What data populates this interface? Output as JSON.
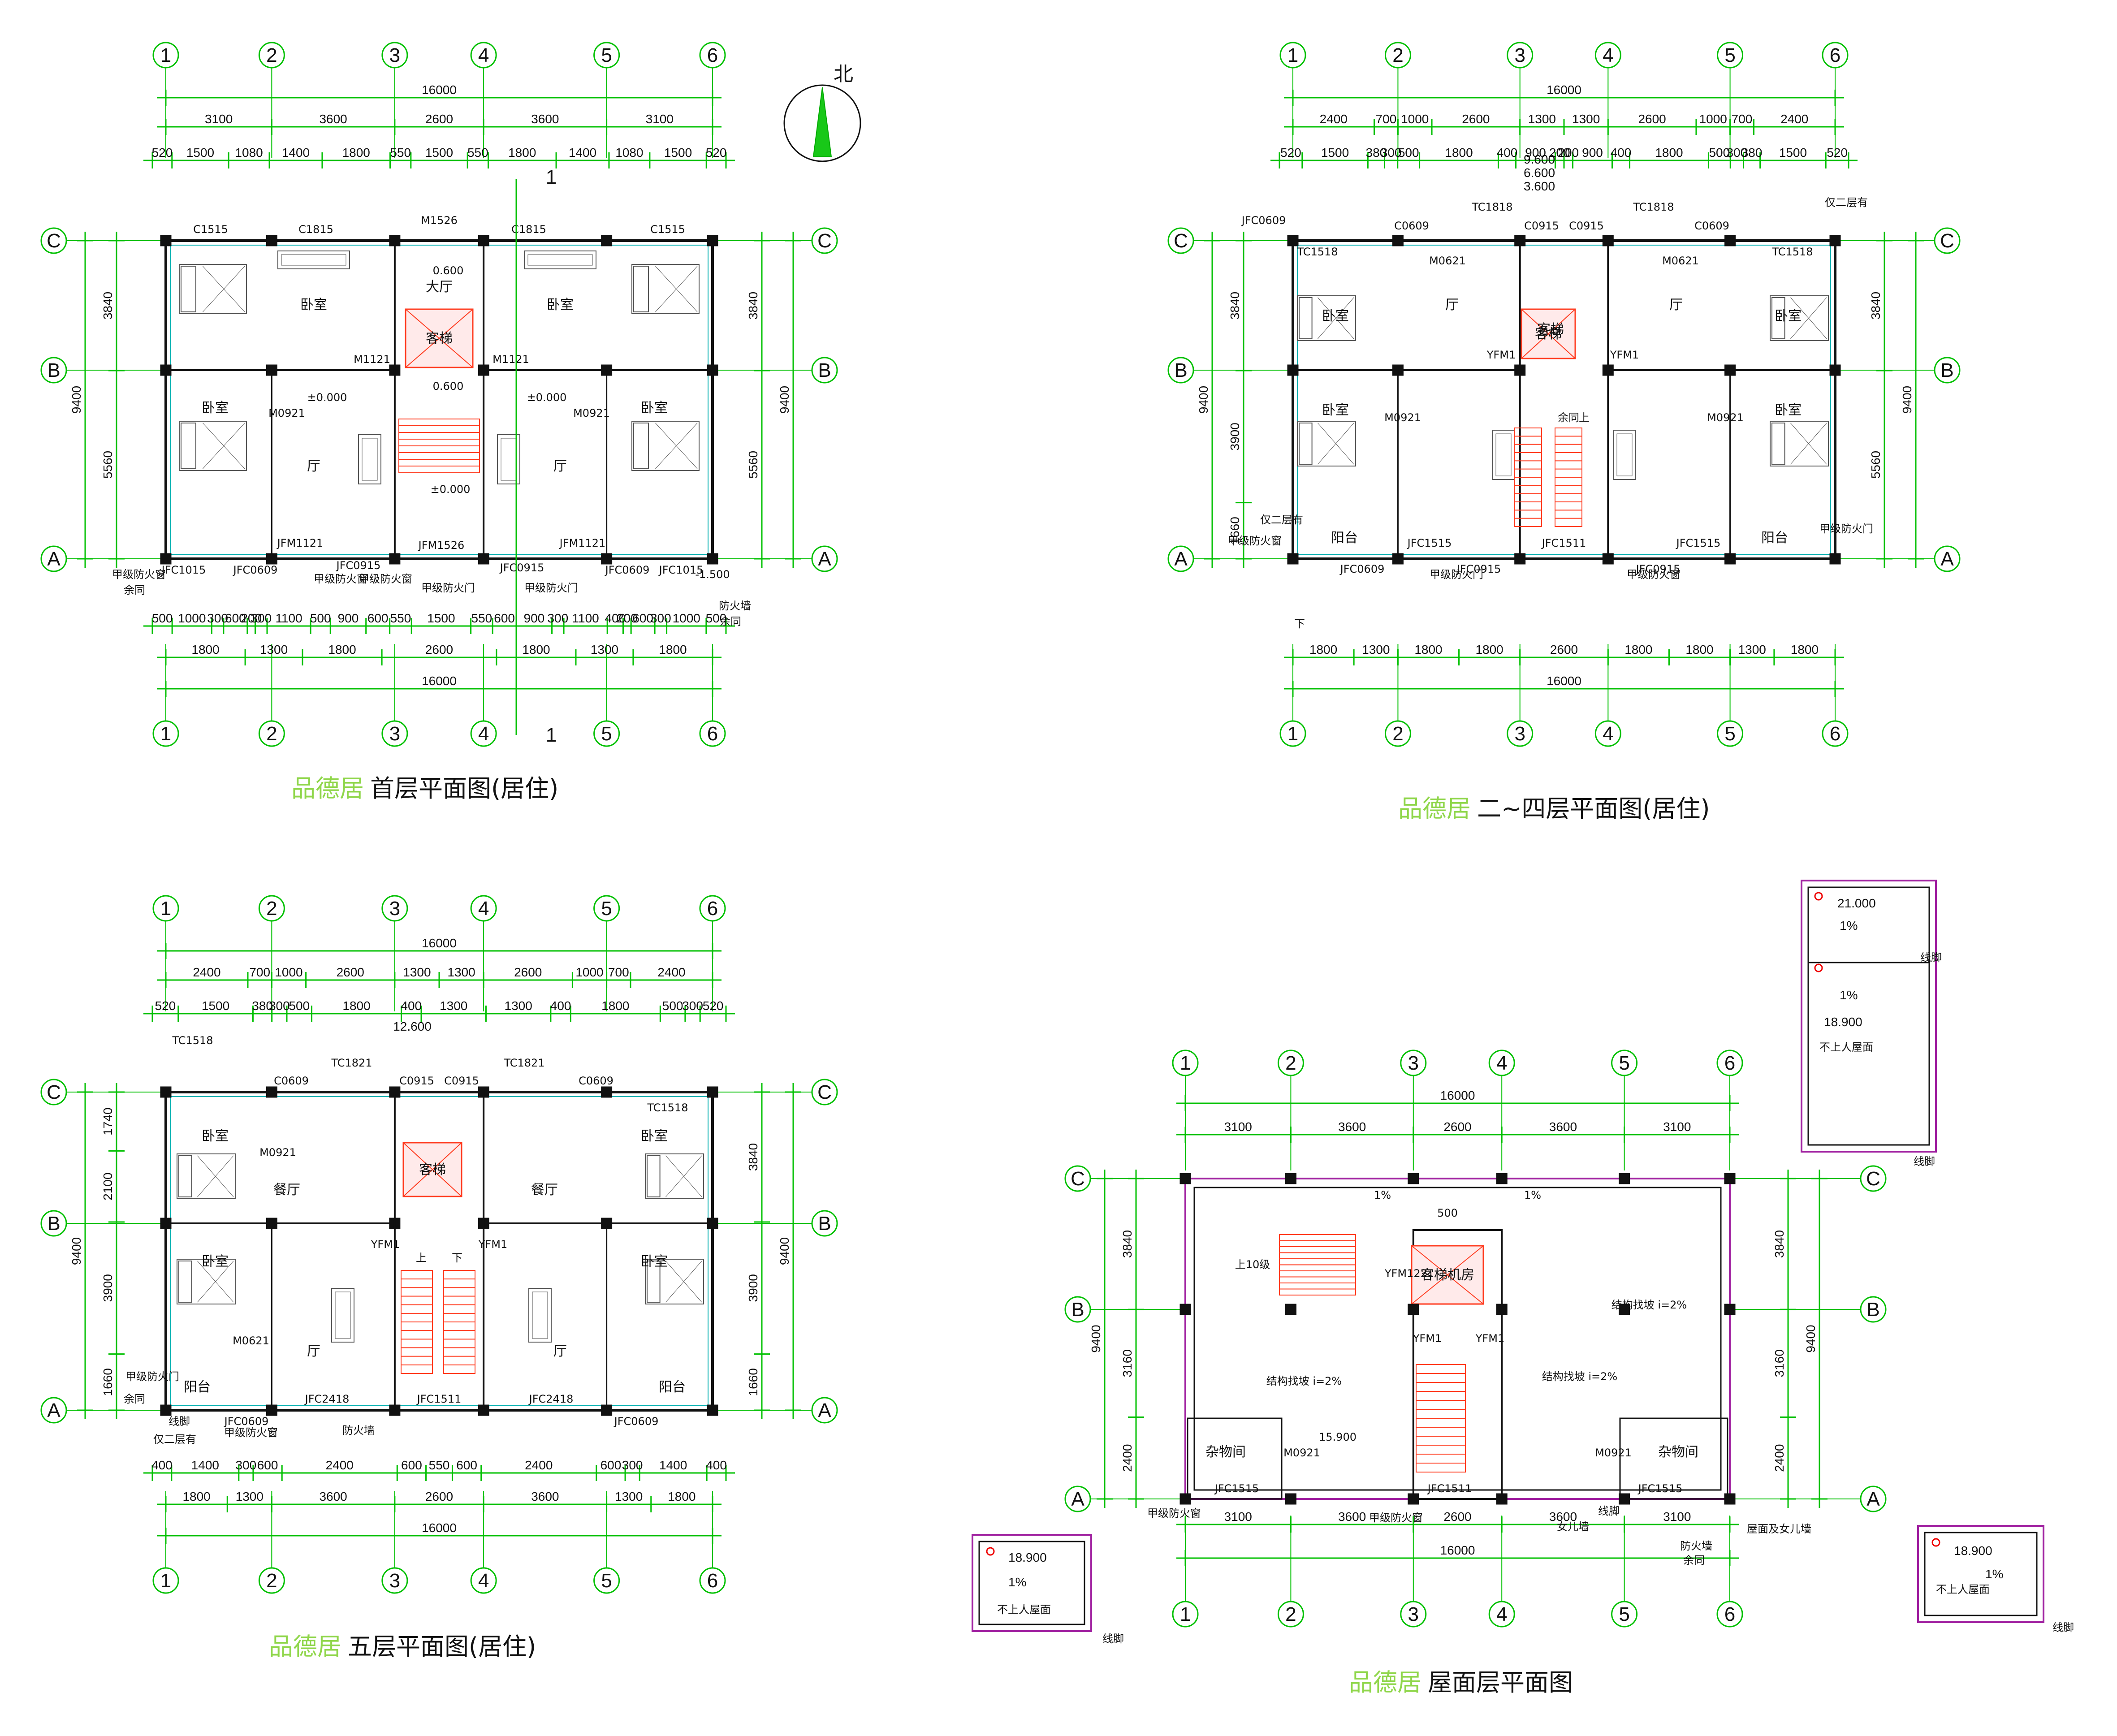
{
  "brand": "品德居",
  "plans": [
    {
      "id": "ground",
      "title": "首层平面图(居住)",
      "axes_x": [
        "1",
        "2",
        "3",
        "4",
        "5",
        "6"
      ],
      "axes_y": [
        "A",
        "B",
        "C"
      ],
      "total_width": "16000",
      "top_dims_1": [
        "3100",
        "3600",
        "2600",
        "3600",
        "3100"
      ],
      "top_dims_2": [
        "520",
        "1500",
        "1080",
        "1400",
        "1800",
        "550",
        "1500",
        "550",
        "1800",
        "1400",
        "1080",
        "1500",
        "520"
      ],
      "bottom_dims_1": [
        "1800",
        "1300",
        "1800",
        "2600",
        "1800",
        "1300",
        "1800"
      ],
      "bottom_dims_2": [
        "500",
        "1000",
        "300",
        "600",
        "200",
        "300",
        "1100",
        "500",
        "900",
        "600",
        "550",
        "1500",
        "550",
        "600",
        "900",
        "300",
        "1100",
        "400",
        "200",
        "600",
        "300",
        "1000",
        "500"
      ],
      "left_dims": [
        "3840",
        "5560"
      ],
      "left_total": "9400",
      "rooms": [
        "卧室",
        "卧室",
        "厅",
        "客梯",
        "大厅",
        "卧室",
        "卧室",
        "厅"
      ],
      "labels": [
        "C1515",
        "C1815",
        "M1526",
        "C1815",
        "C1515",
        "M1121",
        "M1121",
        "M0921",
        "M0921",
        "JFM1121",
        "JFM1526",
        "JFM1121",
        "JFC1015",
        "JFC0609",
        "JFC0915",
        "JFC0915",
        "JFC0609",
        "JFC1015",
        "±0.000",
        "±0.000",
        "±0.000",
        "0.600",
        "0.600",
        "-1.500",
        "甲级防火窗",
        "甲级防火窗",
        "甲级防火门",
        "甲级防火窗",
        "甲级防火门",
        "防火墙",
        "余同",
        "余同"
      ]
    },
    {
      "id": "typical",
      "title": "二~四层平面图(居住)",
      "axes_x": [
        "1",
        "2",
        "3",
        "4",
        "5",
        "6"
      ],
      "axes_y": [
        "A",
        "B",
        "C"
      ],
      "total_width": "16000",
      "top_dims_1": [
        "2400",
        "700",
        "1000",
        "2600",
        "1300",
        "1300",
        "2600",
        "1000",
        "700",
        "2400"
      ],
      "top_dims_2": [
        "520",
        "1500",
        "380",
        "300",
        "500",
        "1800",
        "400",
        "900",
        "200",
        "200",
        "900",
        "400",
        "1800",
        "500",
        "300",
        "380",
        "1500",
        "520"
      ],
      "elevations": [
        "9.600",
        "6.600",
        "3.600"
      ],
      "bottom_dims_1": [
        "1800",
        "1300",
        "1800",
        "1800",
        "2600",
        "1800",
        "1800",
        "1300",
        "1800"
      ],
      "left_dims": [
        "3840",
        "3900",
        "1660"
      ],
      "left_total": "9400",
      "left_dims_b": [
        "3840",
        "5560"
      ],
      "rooms": [
        "厅",
        "卧室",
        "卧室",
        "客梯",
        "卧室",
        "卧室",
        "厅",
        "阳台",
        "阳台"
      ],
      "labels": [
        "TC1818",
        "TC1818",
        "C0609",
        "C0915",
        "C0915",
        "C0609",
        "TC1518",
        "TC1518",
        "M0621",
        "M0621",
        "M0921",
        "M0921",
        "YFM1",
        "YFM1",
        "JFC1515",
        "JFC1511",
        "JFC1515",
        "JFC0609",
        "JFC0915",
        "JFC0915",
        "JFC0609",
        "仅二层有",
        "仅二层有",
        "甲级防火门",
        "甲级防火门",
        "甲级防火窗",
        "甲级防火窗",
        "余同",
        "上",
        "下"
      ]
    },
    {
      "id": "fifth",
      "title": "五层平面图(居住)",
      "axes_x": [
        "1",
        "2",
        "3",
        "4",
        "5",
        "6"
      ],
      "axes_y": [
        "A",
        "B",
        "C"
      ],
      "total_width": "16000",
      "top_dims_1": [
        "2400",
        "700",
        "1000",
        "2600",
        "1300",
        "1300",
        "2600",
        "1000",
        "700",
        "2400"
      ],
      "top_dims_2": [
        "520",
        "1500",
        "380",
        "300",
        "500",
        "1800",
        "400",
        "1300",
        "1300",
        "400",
        "1800",
        "500",
        "300",
        "520"
      ],
      "elevation": "12.600",
      "bottom_dims_1": [
        "1800",
        "1300",
        "3600",
        "2600",
        "3600",
        "1300",
        "1800"
      ],
      "bottom_dims_2": [
        "400",
        "1400",
        "300",
        "600",
        "2400",
        "600",
        "550",
        "600",
        "2400",
        "600",
        "300",
        "1400",
        "400"
      ],
      "left_dims": [
        "1740",
        "2100",
        "3900",
        "1660"
      ],
      "left_total": "9400",
      "right_dims": [
        "3840",
        "3900",
        "1660"
      ],
      "rooms": [
        "卧室",
        "卧室",
        "餐厅",
        "餐厅",
        "客梯",
        "厅",
        "厅",
        "卧室",
        "卧室",
        "阳台",
        "阳台"
      ],
      "labels": [
        "TC1518",
        "TC1821",
        "TC1821",
        "TC1518",
        "C0609",
        "C0915",
        "C0915",
        "C0609",
        "M0621",
        "M0921",
        "JFC2418",
        "JFC1511",
        "JFC2418",
        "JFC0609",
        "JFC0609",
        "YFM1",
        "YFM1",
        "线脚",
        "仅二层有",
        "甲级防火门",
        "甲级防火窗",
        "防火墙",
        "余同",
        "上",
        "下"
      ]
    },
    {
      "id": "roof",
      "title": "屋面层平面图",
      "axes_x": [
        "1",
        "2",
        "3",
        "4",
        "5",
        "6"
      ],
      "axes_y": [
        "A",
        "B",
        "C"
      ],
      "total_width": "16000",
      "top_dims_1": [
        "3100",
        "3600",
        "2600",
        "3600",
        "3100"
      ],
      "bottom_dims_1": [
        "3100",
        "3600",
        "2600",
        "3600",
        "3100"
      ],
      "left_dims": [
        "3840",
        "3160",
        "2400"
      ],
      "left_total": "9400",
      "rooms": [
        "杂物间",
        "杂物间",
        "客梯机房"
      ],
      "labels": [
        "1%",
        "1%",
        "500",
        "上10级",
        "YFM1221",
        "YFM1",
        "YFM1",
        "结构找坡 i=2%",
        "结构找坡 i=2%",
        "结构找坡 i=2%",
        "M0921",
        "M0921",
        "15.900",
        "JFC1515",
        "JFC1511",
        "JFC1515",
        "甲级防火窗",
        "甲级防火窗",
        "女儿墙",
        "屋面及女儿墙",
        "防火墙",
        "余同",
        "线脚"
      ],
      "detail_top": {
        "elev_1": "21.000",
        "slope_1": "1%",
        "slope_2": "1%",
        "elev_2": "18.900",
        "note": "不上人屋面",
        "trim": "线脚"
      },
      "detail_left": {
        "elev": "18.900",
        "slope": "1%",
        "note": "不上人屋面",
        "trim": "线脚"
      },
      "detail_right": {
        "elev": "18.900",
        "slope": "1%",
        "note": "不上人屋面",
        "trim": "线脚"
      }
    }
  ],
  "north_label": "北",
  "section_mark": "1",
  "colors": {
    "dim": "#00c000",
    "wall": "#111111",
    "door": "#00b0b0",
    "accent": "#ff3b1f",
    "purple": "#a020a0",
    "furniture": "#555555"
  }
}
